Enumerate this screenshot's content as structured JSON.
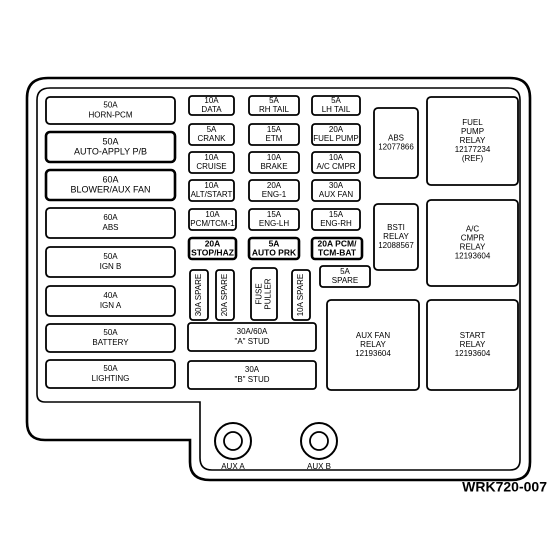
{
  "colors": {
    "line": "#000000",
    "background": "#ffffff"
  },
  "left_fuses": [
    {
      "id": "horn_pcm",
      "lines": [
        "50A",
        "HORN-PCM"
      ]
    },
    {
      "id": "auto_apply",
      "lines": [
        "50A",
        "AUTO-APPLY P/B"
      ]
    },
    {
      "id": "blower",
      "lines": [
        "60A",
        "BLOWER/AUX FAN"
      ]
    },
    {
      "id": "abs60",
      "lines": [
        "60A",
        "ABS"
      ]
    },
    {
      "id": "ign_b",
      "lines": [
        "50A",
        "IGN B"
      ]
    },
    {
      "id": "ign_a",
      "lines": [
        "40A",
        "IGN A"
      ]
    },
    {
      "id": "battery",
      "lines": [
        "50A",
        "BATTERY"
      ]
    },
    {
      "id": "lighting",
      "lines": [
        "50A",
        "LIGHTING"
      ]
    }
  ],
  "mini_fuses": [
    {
      "id": "data",
      "lines": [
        "10A",
        "DATA"
      ]
    },
    {
      "id": "rh_tail",
      "lines": [
        "5A",
        "RH TAIL"
      ]
    },
    {
      "id": "lh_tail",
      "lines": [
        "5A",
        "LH TAIL"
      ]
    },
    {
      "id": "crank",
      "lines": [
        "5A",
        "CRANK"
      ]
    },
    {
      "id": "etm",
      "lines": [
        "15A",
        "ETM"
      ]
    },
    {
      "id": "fuel_pump",
      "lines": [
        "20A",
        "FUEL PUMP"
      ]
    },
    {
      "id": "cruise",
      "lines": [
        "10A",
        "CRUISE"
      ]
    },
    {
      "id": "brake",
      "lines": [
        "10A",
        "BRAKE"
      ]
    },
    {
      "id": "ac_cmpr",
      "lines": [
        "10A",
        "A/C CMPR"
      ]
    },
    {
      "id": "alt_start",
      "lines": [
        "10A",
        "ALT/START"
      ]
    },
    {
      "id": "eng1",
      "lines": [
        "20A",
        "ENG-1"
      ]
    },
    {
      "id": "aux_fan30",
      "lines": [
        "30A",
        "AUX FAN"
      ]
    },
    {
      "id": "pcm_tcm1",
      "lines": [
        "10A",
        "PCM/TCM-1"
      ]
    },
    {
      "id": "eng_lh",
      "lines": [
        "15A",
        "ENG-LH"
      ]
    },
    {
      "id": "eng_rh",
      "lines": [
        "15A",
        "ENG-RH"
      ]
    },
    {
      "id": "stop_haz",
      "lines": [
        "20A",
        "STOP/HAZ"
      ]
    },
    {
      "id": "auto_prk",
      "lines": [
        "5A",
        "AUTO PRK"
      ]
    },
    {
      "id": "pcm_tcm_bat",
      "lines": [
        "20A PCM/",
        "TCM-BAT"
      ]
    },
    {
      "id": "spare5",
      "lines": [
        "5A",
        "SPARE"
      ]
    }
  ],
  "vertical_items": [
    {
      "id": "spare30",
      "text": "30A SPARE"
    },
    {
      "id": "spare20",
      "text": "20A SPARE"
    },
    {
      "id": "puller",
      "text": "FUSE PULLER"
    },
    {
      "id": "spare10",
      "text": "10A SPARE"
    }
  ],
  "studs": [
    {
      "id": "stud_a",
      "lines": [
        "30A/60A",
        "\"A\" STUD"
      ]
    },
    {
      "id": "stud_b",
      "lines": [
        "30A",
        "\"B\" STUD"
      ]
    }
  ],
  "relays": [
    {
      "id": "abs_relay",
      "lines": [
        "ABS",
        "12077866"
      ]
    },
    {
      "id": "fuel_pump_relay",
      "lines": [
        "FUEL",
        "PUMP",
        "RELAY",
        "12177234",
        "(REF)"
      ]
    },
    {
      "id": "bsti_relay",
      "lines": [
        "BSTI",
        "RELAY",
        "12088567"
      ]
    },
    {
      "id": "ac_cmpr_relay",
      "lines": [
        "A/C",
        "CMPR",
        "RELAY",
        "12193604"
      ]
    },
    {
      "id": "aux_fan_relay",
      "lines": [
        "AUX FAN",
        "RELAY",
        "12193604"
      ]
    },
    {
      "id": "start_relay",
      "lines": [
        "START",
        "RELAY",
        "12193604"
      ]
    }
  ],
  "aux_terminals": [
    {
      "id": "aux_a",
      "label": "AUX A"
    },
    {
      "id": "aux_b",
      "label": "AUX B"
    }
  ],
  "caption": "WRK720-007"
}
